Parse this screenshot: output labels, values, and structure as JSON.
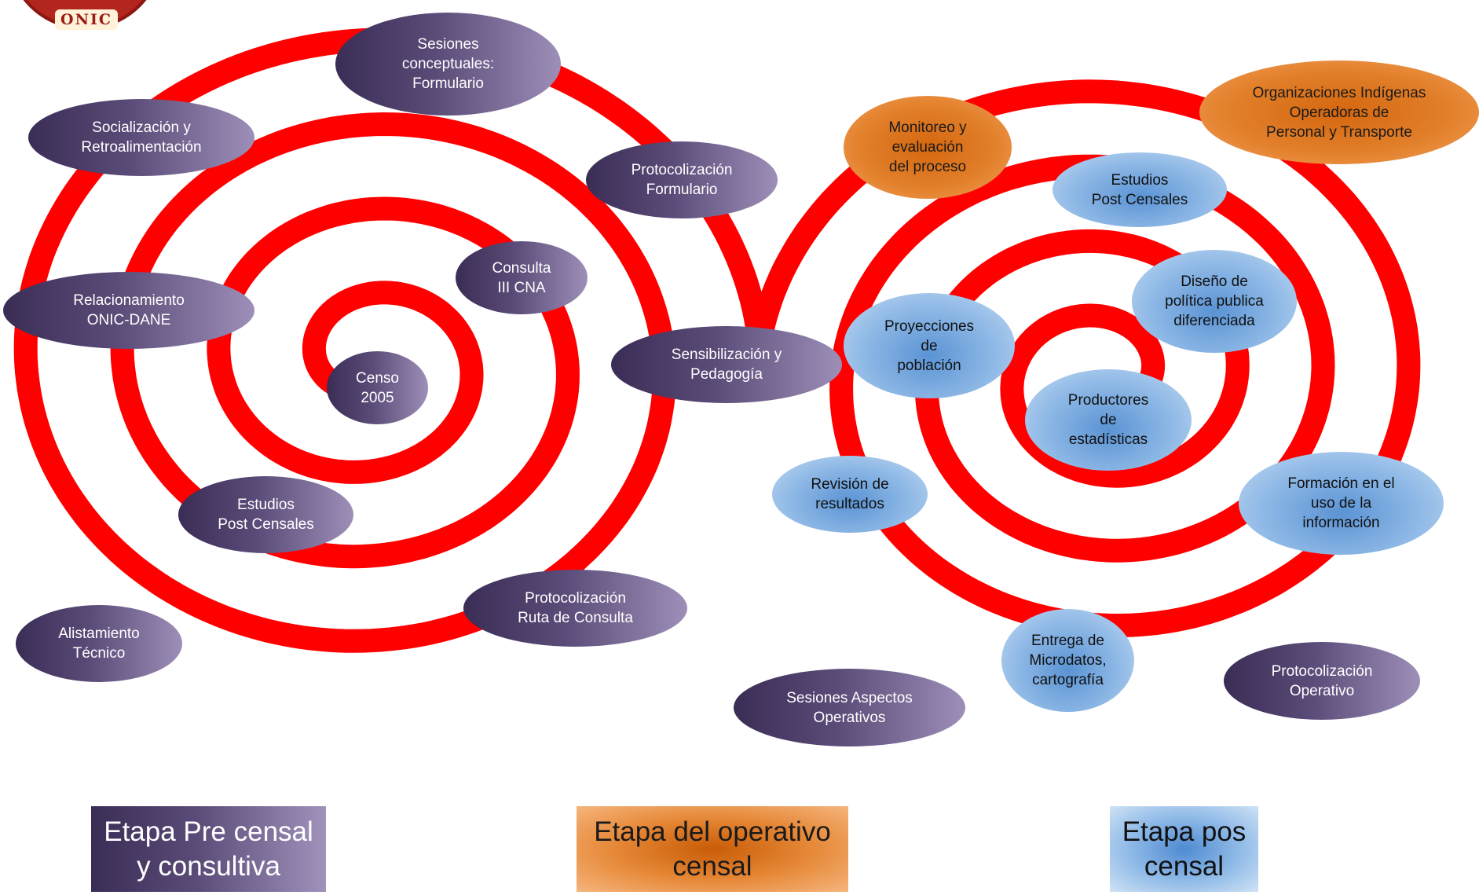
{
  "logo": {
    "text": "ONIC"
  },
  "colors": {
    "spiral": "#ff0000",
    "purple_dark": "#3a2d55",
    "purple_light": "#9d8fb8",
    "orange": "#e27f2a",
    "blue": "#8fb9e6"
  },
  "left_spiral": {
    "nodes": [
      {
        "id": "censo-2005",
        "text": "Censo\n2005",
        "style": "purple"
      },
      {
        "id": "estudios-post-censales-left",
        "text": "Estudios\nPost Censales",
        "style": "purple"
      },
      {
        "id": "consulta-iii-cna",
        "text": "Consulta\nIII CNA",
        "style": "purple"
      },
      {
        "id": "relacionamiento",
        "text": "Relacionamiento\nONIC-DANE",
        "style": "purple"
      },
      {
        "id": "socializacion",
        "text": "Socialización y\nRetroalimentación",
        "style": "purple"
      },
      {
        "id": "sesiones-conceptuales",
        "text": "Sesiones\nconceptuales:\nFormulario",
        "style": "purple"
      },
      {
        "id": "protocolizacion-formulario",
        "text": "Protocolización\nFormulario",
        "style": "purple"
      },
      {
        "id": "sensibilizacion",
        "text": "Sensibilización y\nPedagogía",
        "style": "purple"
      },
      {
        "id": "protocolizacion-ruta",
        "text": "Protocolización\nRuta  de Consulta",
        "style": "purple"
      },
      {
        "id": "alistamiento",
        "text": "Alistamiento\nTécnico",
        "style": "purple"
      }
    ]
  },
  "right_spiral": {
    "nodes": [
      {
        "id": "productores",
        "text": "Productores\nde\nestadísticas",
        "style": "blue"
      },
      {
        "id": "diseno-politica",
        "text": "Diseño de\npolítica publica\ndiferenciada",
        "style": "blue"
      },
      {
        "id": "proyecciones",
        "text": "Proyecciones\nde\npoblación",
        "style": "blue"
      },
      {
        "id": "estudios-post-censales-right",
        "text": "Estudios\nPost Censales",
        "style": "blue"
      },
      {
        "id": "revision-resultados",
        "text": "Revisión de\nresultados",
        "style": "blue"
      },
      {
        "id": "entrega-microdatos",
        "text": "Entrega de\nMicrodatos,\ncartografía",
        "style": "blue"
      },
      {
        "id": "formacion",
        "text": "Formación en el\nuso de la\ninformación",
        "style": "blue"
      },
      {
        "id": "monitoreo",
        "text": "Monitoreo y\nevaluación\ndel proceso",
        "style": "orange"
      },
      {
        "id": "organizaciones",
        "text": "Organizaciones Indígenas\nOperadoras de\nPersonal y Transporte",
        "style": "orange"
      },
      {
        "id": "sesiones-aspectos",
        "text": "Sesiones Aspectos\nOperativos",
        "style": "purple"
      },
      {
        "id": "protocolizacion-operativo",
        "text": "Protocolización\nOperativo",
        "style": "purple"
      }
    ]
  },
  "legend": [
    {
      "id": "pre-censal",
      "text": "Etapa Pre censal\ny consultiva",
      "style": "purple"
    },
    {
      "id": "operativo",
      "text": "Etapa del operativo\ncensal",
      "style": "orange"
    },
    {
      "id": "pos-censal",
      "text": "Etapa pos\ncensal",
      "style": "blue"
    }
  ]
}
